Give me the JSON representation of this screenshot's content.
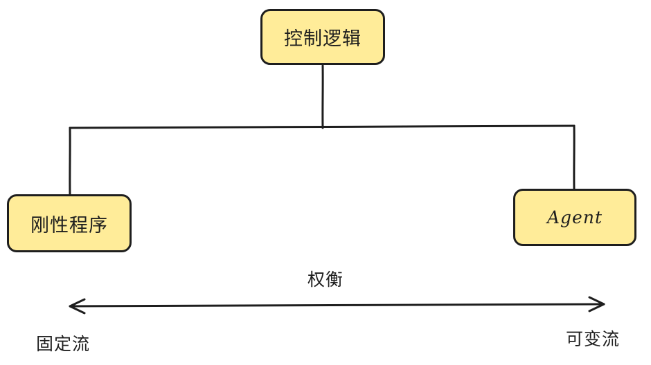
{
  "diagram": {
    "root": {
      "label": "控制逻辑"
    },
    "children": [
      {
        "label": "刚性程序"
      },
      {
        "label": "Agent"
      }
    ],
    "spectrum": {
      "label": "权衡",
      "left_end": "固定流",
      "right_end": "可变流"
    }
  },
  "colors": {
    "node_fill": "#ffec99",
    "stroke": "#1e1e1e",
    "background": "#ffffff"
  }
}
